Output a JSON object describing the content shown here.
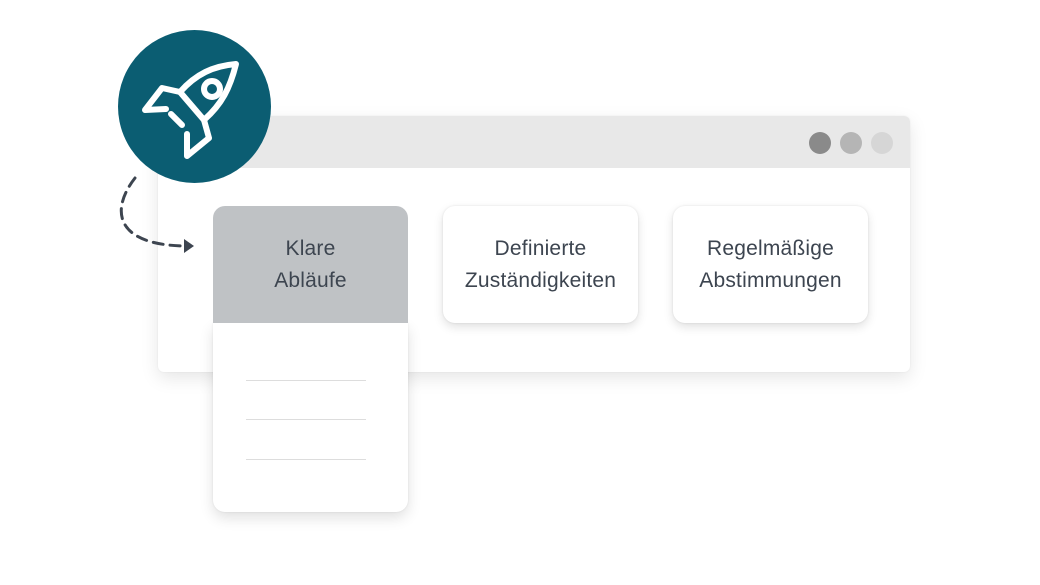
{
  "window": {
    "controls": [
      "dot-dark",
      "dot-mid",
      "dot-light"
    ]
  },
  "cards": [
    {
      "line1": "Klare",
      "line2": "Abläufe",
      "state": "selected"
    },
    {
      "line1": "Definierte",
      "line2": "Zuständigkeiten",
      "state": "default"
    },
    {
      "line1": "Regelmäßige",
      "line2": "Abstimmungen",
      "state": "default"
    }
  ],
  "badge": {
    "icon": "rocket-icon",
    "color": "#0b5d72"
  },
  "arrow": {
    "icon": "dashed-arrow-icon",
    "color": "#3d4550"
  },
  "colors": {
    "selected_card": "#bfc2c5",
    "text": "#3d4550",
    "titlebar": "#e8e8e8"
  }
}
